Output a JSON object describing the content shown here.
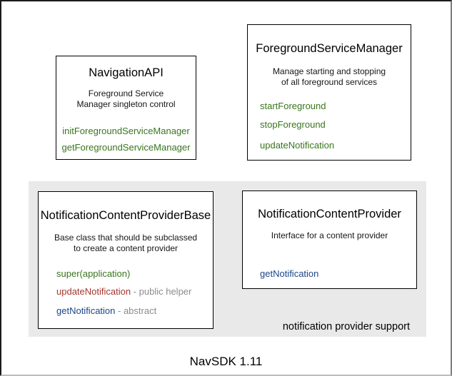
{
  "colors": {
    "green": "#38761d",
    "red": "#a5372e",
    "blue": "#1c4587",
    "note_gray": "#8c8c8c"
  },
  "boxes": {
    "navigation_api": {
      "title": "NavigationAPI",
      "description": [
        "Foreground Service",
        "Manager singleton control"
      ],
      "methods": [
        {
          "label": "initForegroundServiceManager"
        },
        {
          "label": "getForegroundServiceManager"
        }
      ]
    },
    "foreground_service_manager": {
      "title": "ForegroundServiceManager",
      "description": [
        "Manage starting and stopping",
        "of all foreground services"
      ],
      "methods": [
        {
          "label": "startForeground"
        },
        {
          "label": "stopForeground"
        },
        {
          "label": "updateNotification"
        }
      ]
    },
    "notification_content_provider_base": {
      "title": "NotificationContentProviderBase",
      "description": [
        "Base class that should be subclassed",
        "to create a content provider"
      ],
      "methods": [
        {
          "label": "super(application)"
        },
        {
          "label": "updateNotification",
          "note": "- public helper"
        },
        {
          "label": "getNotification",
          "note": "- abstract"
        }
      ]
    },
    "notification_content_provider": {
      "title": "NotificationContentProvider",
      "description": [
        "Interface for a content provider"
      ],
      "methods": [
        {
          "label": "getNotification"
        }
      ]
    }
  },
  "group_label": "notification provider support",
  "caption": "NavSDK 1.11"
}
